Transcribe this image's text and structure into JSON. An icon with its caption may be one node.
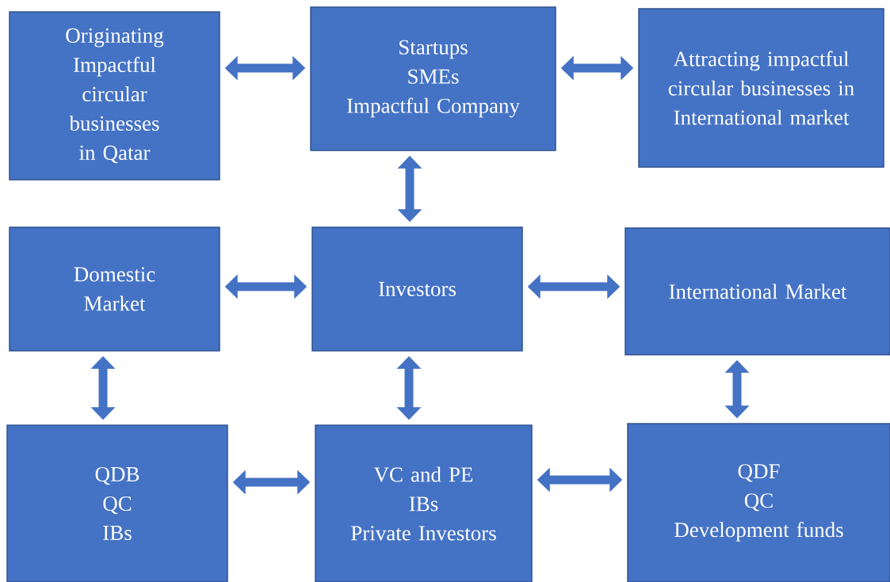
{
  "diagram": {
    "nodes": [
      {
        "text": [
          "Originating Impactful circular businesses in Qatar"
        ]
      },
      {
        "text": [
          "Startups",
          "SMEs",
          "Impactful Company"
        ]
      },
      {
        "text": [
          "Attracting impactful circular businesses in International market"
        ]
      },
      {
        "text": [
          "Domestic Market"
        ]
      },
      {
        "text": [
          "Investors"
        ]
      },
      {
        "text": [
          "International Market"
        ]
      },
      {
        "text": [
          "QDB",
          "QC",
          "IBs"
        ]
      },
      {
        "text": [
          "VC and PE",
          "IBs",
          "Private Investors"
        ]
      },
      {
        "text": [
          "QDF",
          "QC",
          "Development funds"
        ]
      }
    ],
    "edges": [
      {
        "from": 0,
        "to": 1,
        "arrow": "both"
      },
      {
        "from": 1,
        "to": 2,
        "arrow": "both"
      },
      {
        "from": 1,
        "to": 4,
        "arrow": "both"
      },
      {
        "from": 3,
        "to": 4,
        "arrow": "both"
      },
      {
        "from": 4,
        "to": 5,
        "arrow": "both"
      },
      {
        "from": 3,
        "to": 6,
        "arrow": "both"
      },
      {
        "from": 4,
        "to": 7,
        "arrow": "both"
      },
      {
        "from": 5,
        "to": 8,
        "arrow": "both"
      },
      {
        "from": 6,
        "to": 7,
        "arrow": "both"
      },
      {
        "from": 7,
        "to": 8,
        "arrow": "both"
      }
    ]
  }
}
